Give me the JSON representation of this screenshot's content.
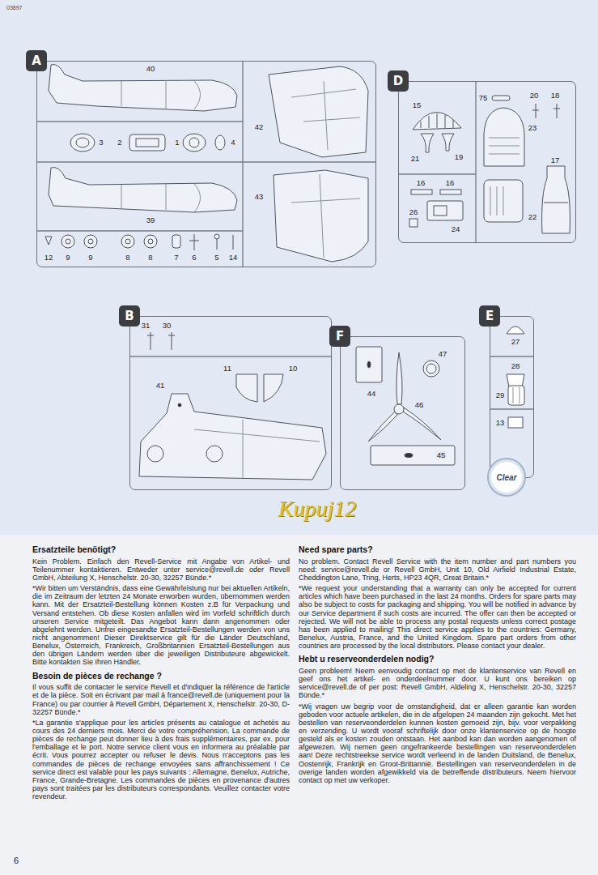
{
  "diagram": {
    "nodes": [
      {
        "text": [
          "A"
        ]
      },
      {
        "text": [
          "D"
        ]
      },
      {
        "text": [
          "B"
        ]
      },
      {
        "text": [
          "F"
        ]
      },
      {
        "text": [
          "E"
        ]
      },
      {
        "text": [
          "Clear"
        ],
        "in": 4
      }
    ],
    "labels": [
      "03897",
      "40",
      "3",
      "2",
      "1",
      "4",
      "39",
      "42",
      "43",
      "12",
      "9",
      "9",
      "8",
      "8",
      "7",
      "6",
      "5",
      "14",
      "15",
      "75",
      "20",
      "18",
      "23",
      "21",
      "19",
      "17",
      "16",
      "16",
      "26",
      "24",
      "22",
      "31",
      "30",
      "11",
      "10",
      "41",
      "47",
      "44",
      "46",
      "45",
      "27",
      "28",
      "29",
      "13",
      "Kupuj12",
      "Ersatzteile benötigt?",
      "Kein Problem. Einfach den Revell-Service mit Angabe von Artikel- und Teilenummer kontaktieren. Entweder unter service@revell.de oder Revell GmbH, Abteilung X, Henschelstr. 20-30, 32257 Bünde.*",
      "*Wir bitten um Verständnis, dass eine Gewährleistung nur bei aktuellen Artikeln, die im Zeitraum der letzten 24 Monate erworben wurden, übernommen werden kann. Mit der Ersatzteil-Bestellung können Kosten z.B für Verpackung und Versand entstehen. Ob diese Kosten anfallen wird im Vorfeld schriftlich durch unseren Service mitgeteilt. Das Angebot kann dann angenommen oder abgelehnt werden. Unfrei eingesandte Ersatzteil-Bestellungen werden von uns nicht angenommen! Dieser Direktservice gilt für die Länder Deutschland, Benelux, Österreich, Frankreich, Großbritannien Ersatzteil-Bestellungen aus den übrigen Ländern werden über die jeweiligen Distributeure abgewickelt. Bitte kontakten Sie Ihren Händler.",
      "Besoin de pièces de rechange ?",
      "Il vous suffit de contacter le service Revell et d'indiquer la référence de l'article et de la pièce. Soit en écrivant par mail à france@revell.de (uniquement pour la France) ou par courrier à Revell GmbH, Département X, Henschelstr. 20-30, D-32257 Bünde.*",
      "*La garantie s'applique pour les articles présents au catalogue et achetés au cours des 24 derniers mois. Merci de votre compréhension. La commande de pièces de rechange peut donner lieu à des frais supplémentaires, par ex. pour l'emballage et le port. Notre service client vous en informera au préalable par écrit. Vous pourrez accepter ou refuser le devis. Nous n'acceptons pas les commandes de pièces de rechange envoyées sans affranchissement ! Ce service direct est valable pour les pays suivants : Allemagne, Benelux, Autriche, France, Grande-Bretagne. Les commandes de pièces en provenance d'autres pays sont traitées par les distributeurs correspondants. Veuillez contacter votre revendeur.",
      "Need spare parts?",
      "No problem. Contact Revell Service with the item number and part numbers you need: service@revell.de or Revell GmbH, Unit 10, Old Airfield Industrial Estate, Cheddington Lane, Tring, Herts, HP23 4QR, Great Britain.*",
      "*We request your understanding that a warranty can only be accepted for current articles which have been purchased in the last 24 months. Orders for spare parts may also be subject to costs for packaging and shipping. You will be notified in advance by our Service department if such costs are incurred. The offer can then be accepted or rejected. We will not be able to process any postal requests unless correct postage has been applied to mailing! This direct service applies to the countries: Germany, Benelux, Austria, France, and the United Kingdom. Spare part orders from other countries are processed by the local distributors. Please contact your dealer.",
      "Hebt u reserveonderdelen nodig?",
      "Geen probleem! Neem eenvoudig contact op met de klantenservice van Revell en geef ons het artikel- en onderdeelnummer door. U kunt ons bereiken op service@revell.de of per post: Revell GmbH, Aldeling X, Henschelstr. 20-30, 32257 Bünde.*",
      "*Wij vragen uw begrip voor de omstandigheid, dat er alleen garantie kan worden geboden voor actuele artikelen, die in de afgelopen 24 maanden zijn gekocht. Met het bestellen van reserveonderdelen kunnen kosten gemoeid zijn, bijv. voor verpakking en verzending. U wordt vooraf schriftelijk door onze klantenservice op de hoogte gesteld als er kosten zouden ontstaan. Het aanbod kan dan worden aangenomen of afgewezen. Wij nemen geen ongefrankeerde bestellingen van reserveonderdelen aan! Deze rechtstreekse service wordt verleend in de landen Duitsland, de Benelux, Oostenrijk, Frankrijk en Groot-Brittannië. Bestellingen van reserveonderdelen in de overige landen worden afgewikkeld via de betreffende distributeurs. Neem hiervoor contact op met uw verkoper.",
      "6"
    ]
  }
}
